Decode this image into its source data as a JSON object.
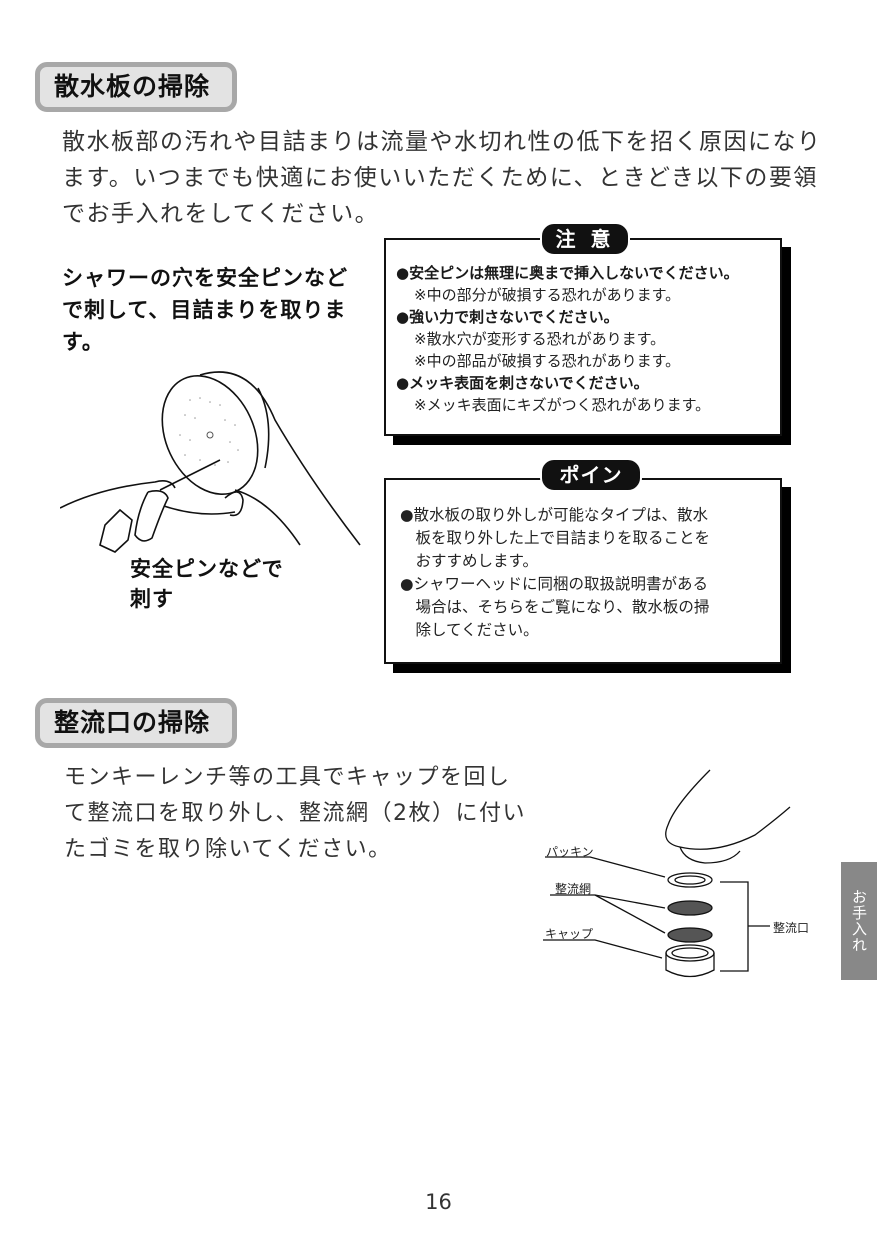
{
  "section1": {
    "title": "散水板の掃除",
    "intro": [
      "散水板部の汚れや目詰まりは流量や水切れ性の低下を招く原因になり",
      "ます。いつまでも快適にお使いいただくために、ときどき以下の要領",
      "でお手入れをしてください。"
    ],
    "lead": [
      "シャワーの穴を安全ピンなど",
      "で刺して、目詰まりを取りま",
      "す。"
    ],
    "illustration_caption": [
      "安全ピンなどで",
      "刺す"
    ],
    "caution": {
      "label": "注 意",
      "items": [
        {
          "main": "●安全ピンは無理に奥まで挿入しないでください。",
          "notes": [
            "※中の部分が破損する恐れがあります。"
          ]
        },
        {
          "main": "●強い力で刺さないでください。",
          "notes": [
            "※散水穴が変形する恐れがあります。",
            "※中の部品が破損する恐れがあります。"
          ]
        },
        {
          "main": "●メッキ表面を刺さないでください。",
          "notes": [
            "※メッキ表面にキズがつく恐れがあります。"
          ]
        }
      ]
    },
    "point": {
      "label": "ポイント",
      "lines": [
        "●散水板の取り外しが可能なタイプは、散水",
        "　板を取り外した上で目詰まりを取ることを",
        "　おすすめします。",
        "●シャワーヘッドに同梱の取扱説明書がある",
        "　場合は、そちらをご覧になり、散水板の掃",
        "　除してください。"
      ]
    }
  },
  "section2": {
    "title": "整流口の掃除",
    "intro": [
      "モンキーレンチ等の工具でキャップを回し",
      "て整流口を取り外し、整流網（2枚）に付い",
      "たゴミを取り除いてください。"
    ],
    "diagram_labels": {
      "packing": "パッキン",
      "mesh": "整流網",
      "cap": "キャップ",
      "aerator": "整流口"
    }
  },
  "side_tab": "お手入れ",
  "page_number": "16",
  "colors": {
    "title_bg": "#e3e3e3",
    "title_border": "#a8a8a8",
    "side_tab": "#888888",
    "pill": "#111111"
  }
}
